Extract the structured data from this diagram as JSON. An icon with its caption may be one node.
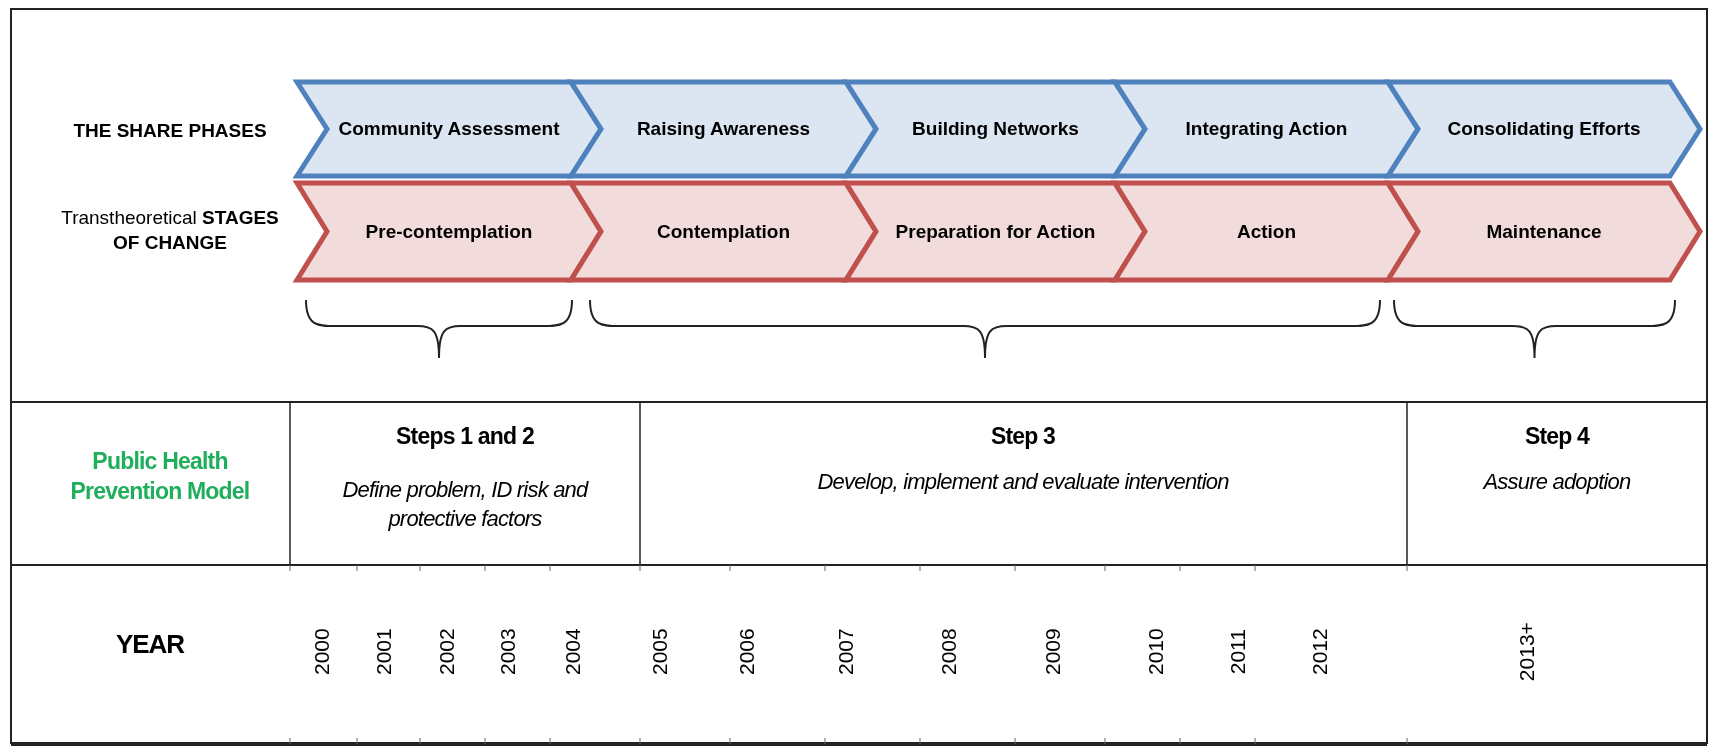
{
  "diagram": {
    "nodes": [
      {
        "text": [
          "Community Assessment"
        ]
      },
      {
        "text": [
          "Raising Awareness"
        ]
      },
      {
        "text": [
          "Building Networks"
        ]
      },
      {
        "text": [
          "Integrating Action"
        ]
      },
      {
        "text": [
          "Consolidating Efforts"
        ]
      },
      {
        "text": [
          "Pre-contemplation"
        ]
      },
      {
        "text": [
          "Contemplation"
        ]
      },
      {
        "text": [
          "Preparation for Action"
        ]
      },
      {
        "text": [
          "Action"
        ]
      },
      {
        "text": [
          "Maintenance"
        ]
      }
    ],
    "labels": [
      "THE SHARE PHASES",
      "Transtheoretical **STAGES OF CHANGE**",
      "Public Health Prevention Model",
      "Steps 1 and 2",
      "Define problem, ID risk and protective factors",
      "Step 3",
      "Develop, implement and evaluate intervention",
      "Step 4",
      "Assure adoption",
      "YEAR",
      "2000",
      "2001",
      "2002",
      "2003",
      "2004",
      "2005",
      "2006",
      "2007",
      "2008",
      "2009",
      "2010",
      "2011",
      "2012",
      "2013+"
    ]
  }
}
